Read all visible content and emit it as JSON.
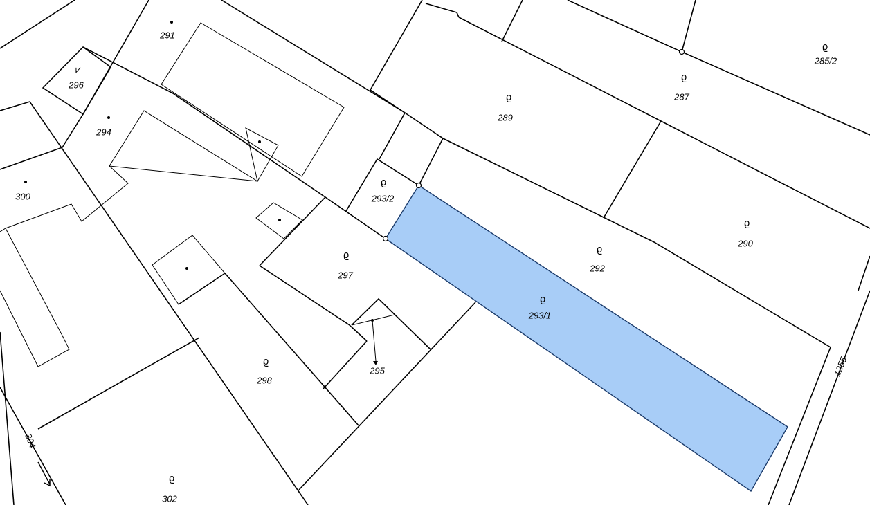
{
  "map": {
    "highlight_color": "#a8cdf7",
    "highlighted_parcel": "293/1",
    "parcels": [
      {
        "id": "291",
        "symbol": "dot"
      },
      {
        "id": "296",
        "symbol": "check"
      },
      {
        "id": "294",
        "symbol": "dot"
      },
      {
        "id": "300",
        "symbol": "dot"
      },
      {
        "id": "289",
        "symbol": "garden"
      },
      {
        "id": "287",
        "symbol": "garden"
      },
      {
        "id": "285/2",
        "symbol": "garden"
      },
      {
        "id": "293/2",
        "symbol": "garden"
      },
      {
        "id": "297",
        "symbol": "garden"
      },
      {
        "id": "292",
        "symbol": "garden"
      },
      {
        "id": "290",
        "symbol": "garden"
      },
      {
        "id": "293/1",
        "symbol": "garden"
      },
      {
        "id": "295",
        "symbol": "dot"
      },
      {
        "id": "298",
        "symbol": "garden"
      },
      {
        "id": "302",
        "symbol": "garden"
      }
    ],
    "roads": [
      {
        "id": "304"
      },
      {
        "id": "1255"
      }
    ],
    "garden_glyph": "ϱ"
  }
}
